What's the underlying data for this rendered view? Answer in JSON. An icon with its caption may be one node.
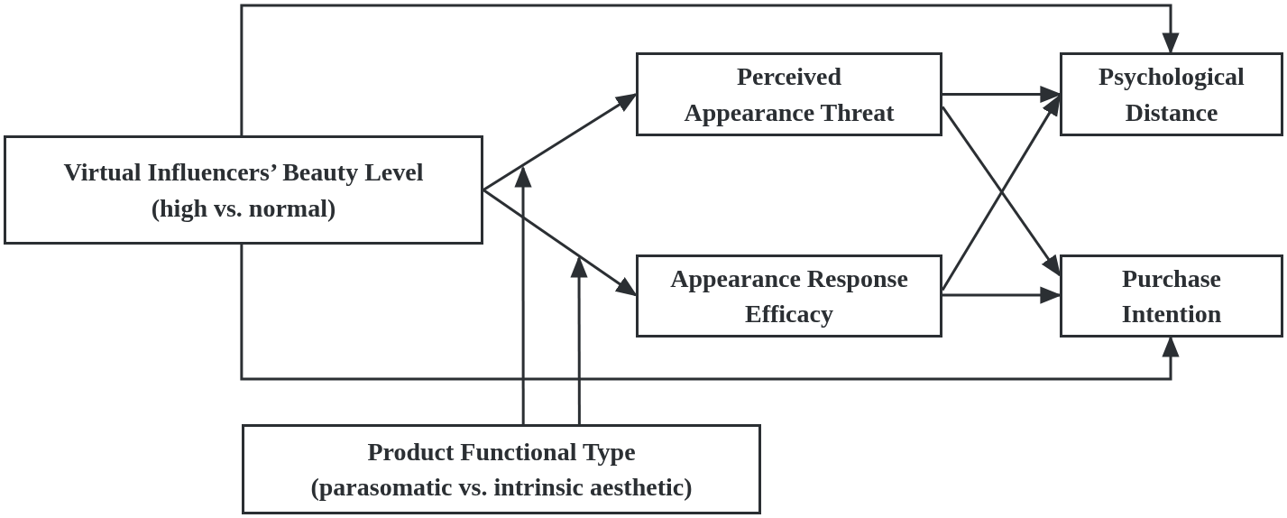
{
  "diagram": {
    "nodes": [
      {
        "text": [
          "Virtual Influencers’ Beauty Level",
          "(high vs. normal)"
        ]
      },
      {
        "text": [
          "Perceived Appearance Threat"
        ]
      },
      {
        "text": [
          "Psychological Distance"
        ]
      },
      {
        "text": [
          "Appearance Response Efficacy"
        ]
      },
      {
        "text": [
          "Purchase Intention"
        ]
      },
      {
        "text": [
          "Product Functional Type",
          "(parasomatic vs. intrinsic aesthetic)"
        ]
      }
    ],
    "edges": [
      {
        "from": 0,
        "to": 2,
        "arrow": "to"
      },
      {
        "from": 0,
        "to": 1,
        "arrow": "to"
      },
      {
        "from": 0,
        "to": 3,
        "arrow": "to"
      },
      {
        "from": 0,
        "to": 4,
        "arrow": "to"
      },
      {
        "from": 1,
        "to": 2,
        "arrow": "to"
      },
      {
        "from": 1,
        "to": 4,
        "arrow": "to"
      },
      {
        "from": 3,
        "to": 2,
        "arrow": "to"
      },
      {
        "from": 3,
        "to": 4,
        "arrow": "to"
      },
      {
        "from": 5,
        "to": null,
        "arrow": "to"
      },
      {
        "from": 5,
        "to": null,
        "arrow": "to"
      }
    ]
  }
}
